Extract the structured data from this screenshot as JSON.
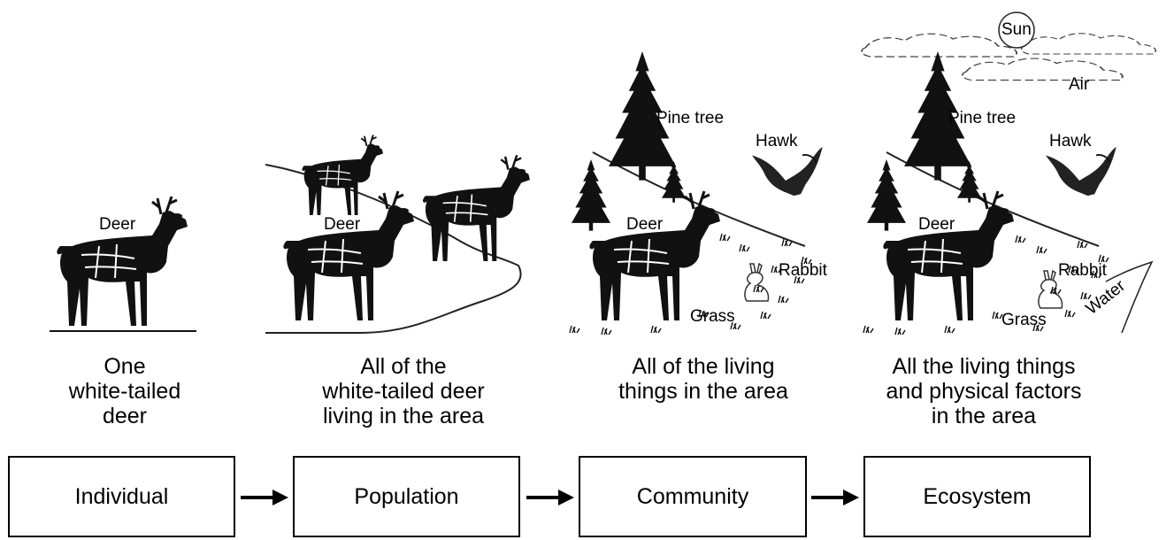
{
  "panels": [
    {
      "labels": {
        "deer": "Deer"
      },
      "description": [
        "One",
        "white-tailed",
        "deer"
      ],
      "level": "Individual"
    },
    {
      "labels": {
        "deer": "Deer"
      },
      "description": [
        "All of the",
        "white-tailed deer",
        "living in the area"
      ],
      "level": "Population"
    },
    {
      "labels": {
        "pine": "Pine tree",
        "hawk": "Hawk",
        "deer": "Deer",
        "rabbit": "Rabbit",
        "grass": "Grass"
      },
      "description": [
        "All of the living",
        "things in the area"
      ],
      "level": "Community"
    },
    {
      "labels": {
        "sun": "Sun",
        "air": "Air",
        "pine": "Pine tree",
        "hawk": "Hawk",
        "deer": "Deer",
        "rabbit": "Rabbit",
        "grass": "Grass",
        "water": "Water"
      },
      "description": [
        "All the living things",
        "and physical factors",
        "in the area"
      ],
      "level": "Ecosystem"
    }
  ],
  "icons": {
    "deer": "deer-icon",
    "tree": "pine-tree-icon",
    "hawk": "hawk-icon",
    "rabbit": "rabbit-icon",
    "sun": "sun-icon",
    "cloud": "cloud-icon",
    "arrow": "arrow-right-icon"
  }
}
